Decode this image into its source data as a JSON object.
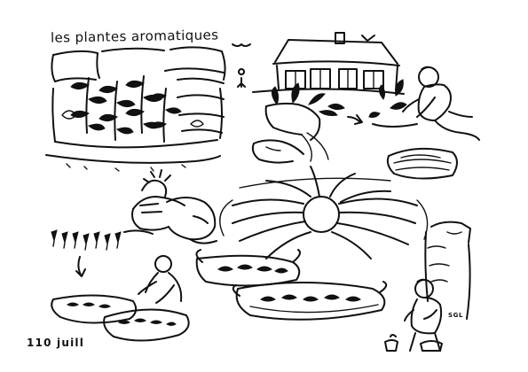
{
  "illustration": {
    "title": "les plantes aromatiques",
    "page_label": "110 juill",
    "signature": "SGL",
    "ink_color": "#111111",
    "background_color": "#ffffff",
    "scenes": [
      "wall-herb-bed-icon",
      "farmhouse-icon",
      "hands-holding-plant-icon",
      "gardener-planting-icon",
      "hands-tying-bunch-icon",
      "hanging-bunches-icon",
      "sun-icon",
      "drying-baskets-icon",
      "person-arranging-icon",
      "seated-man-icon",
      "stone-doorway-icon"
    ]
  }
}
